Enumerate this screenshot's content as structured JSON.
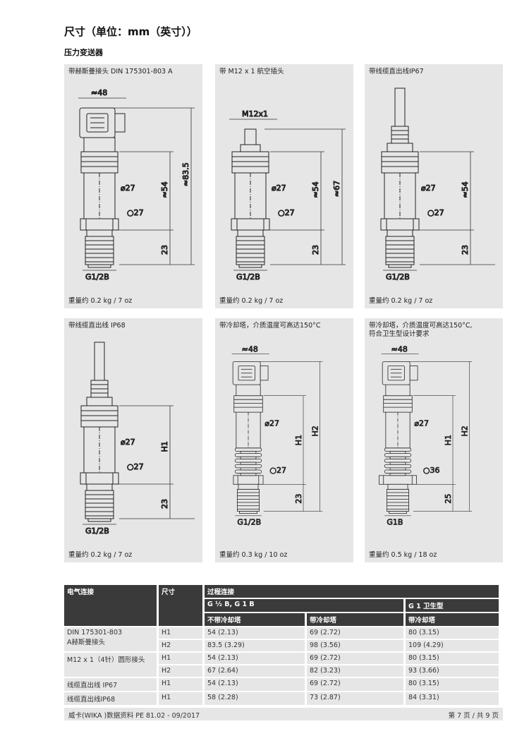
{
  "title": "尺寸（单位：mm（英寸））",
  "subtitle": "压力变送器",
  "panels": [
    {
      "caption": "带赫斯曼接头 DIN 175301-803 A",
      "weight": "重量约 0.2 kg / 7 oz",
      "connector": "din",
      "cooling": false,
      "sanitary": false,
      "labels": {
        "top": "≈48",
        "dia": "⌀27",
        "hex": "○27",
        "thread": "G1/2B",
        "dimA": "≈83.5",
        "dimB": "≈54",
        "dimC": "23"
      }
    },
    {
      "caption": "带 M12 x 1 航空插头",
      "weight": "重量约 0.2 kg / 7 oz",
      "connector": "m12",
      "cooling": false,
      "sanitary": false,
      "labels": {
        "top": "M12x1",
        "dia": "⌀27",
        "hex": "○27",
        "thread": "G1/2B",
        "dimA": "≈67",
        "dimB": "≈54",
        "dimC": "23"
      }
    },
    {
      "caption": "带线缆直出线IP67",
      "weight": "重量约 0.2 kg / 7 oz",
      "connector": "cable",
      "cooling": false,
      "sanitary": false,
      "labels": {
        "dia": "⌀27",
        "hex": "○27",
        "thread": "G1/2B",
        "dimB": "≈54",
        "dimC": "23"
      }
    },
    {
      "caption": "带线缆直出线 IP68",
      "weight": "重量约 0.2 kg / 7 oz",
      "connector": "cable68",
      "cooling": false,
      "sanitary": false,
      "labels": {
        "dia": "⌀27",
        "hex": "○27",
        "thread": "G1/2B",
        "dimB": "H1",
        "dimC": "23"
      }
    },
    {
      "caption": "带冷却塔，介质温度可高达150°C",
      "weight": "重量约 0.3 kg / 10 oz",
      "connector": "din",
      "cooling": true,
      "sanitary": false,
      "labels": {
        "top": "≈48",
        "dia": "⌀27",
        "hex": "○27",
        "thread": "G1/2B",
        "dimA": "H2",
        "dimB": "H1",
        "dimC": "23"
      }
    },
    {
      "caption": "带冷却塔，介质温度可高达150°C,\n符合卫生型设计要求",
      "weight": "重量约 0.5 kg / 18 oz",
      "connector": "din",
      "cooling": true,
      "sanitary": true,
      "labels": {
        "top": "≈48",
        "dia": "⌀27",
        "hex": "○36",
        "thread": "G1B",
        "dimA": "H2",
        "dimB": "H1",
        "dimC": "25"
      }
    }
  ],
  "table": {
    "headers": {
      "electrical": "电气连接",
      "dimension": "尺寸",
      "process": "过程连接",
      "g12": "G ½ B, G 1 B",
      "g1s": "G 1 卫生型",
      "noCool": "不带冷却塔",
      "cool1": "带冷却塔",
      "cool2": "带冷却塔"
    },
    "rows": [
      {
        "conn": "DIN 175301-803\nA赫斯曼接头",
        "dim": "H1",
        "a": "54 (2.13)",
        "b": "69 (2.72)",
        "c": "80 (3.15)"
      },
      {
        "conn": "",
        "dim": "H2",
        "a": "83.5 (3.29)",
        "b": "98 (3.56)",
        "c": "109 (4.29)"
      },
      {
        "conn": "M12 x 1（4针）圆形接头",
        "dim": "H1",
        "a": "54 (2.13)",
        "b": "69 (2.72)",
        "c": "80 (3.15)"
      },
      {
        "conn": "",
        "dim": "H2",
        "a": "67 (2.64)",
        "b": "82 (3.23)",
        "c": "93 (3.66)"
      },
      {
        "conn": "线缆直出线 IP67",
        "dim": "H1",
        "a": "54 (2.13)",
        "b": "69 (2.72)",
        "c": "80 (3.15)"
      },
      {
        "conn": "线缆直出线IP68",
        "dim": "H1",
        "a": "58 (2.28)",
        "b": "73 (2.87)",
        "c": "84 (3.31)"
      }
    ]
  },
  "footer": {
    "left": "威卡(WIKA )数据资料 PE 81.02 - 09/2017",
    "right": "第 7 页 / 共 9 页"
  }
}
